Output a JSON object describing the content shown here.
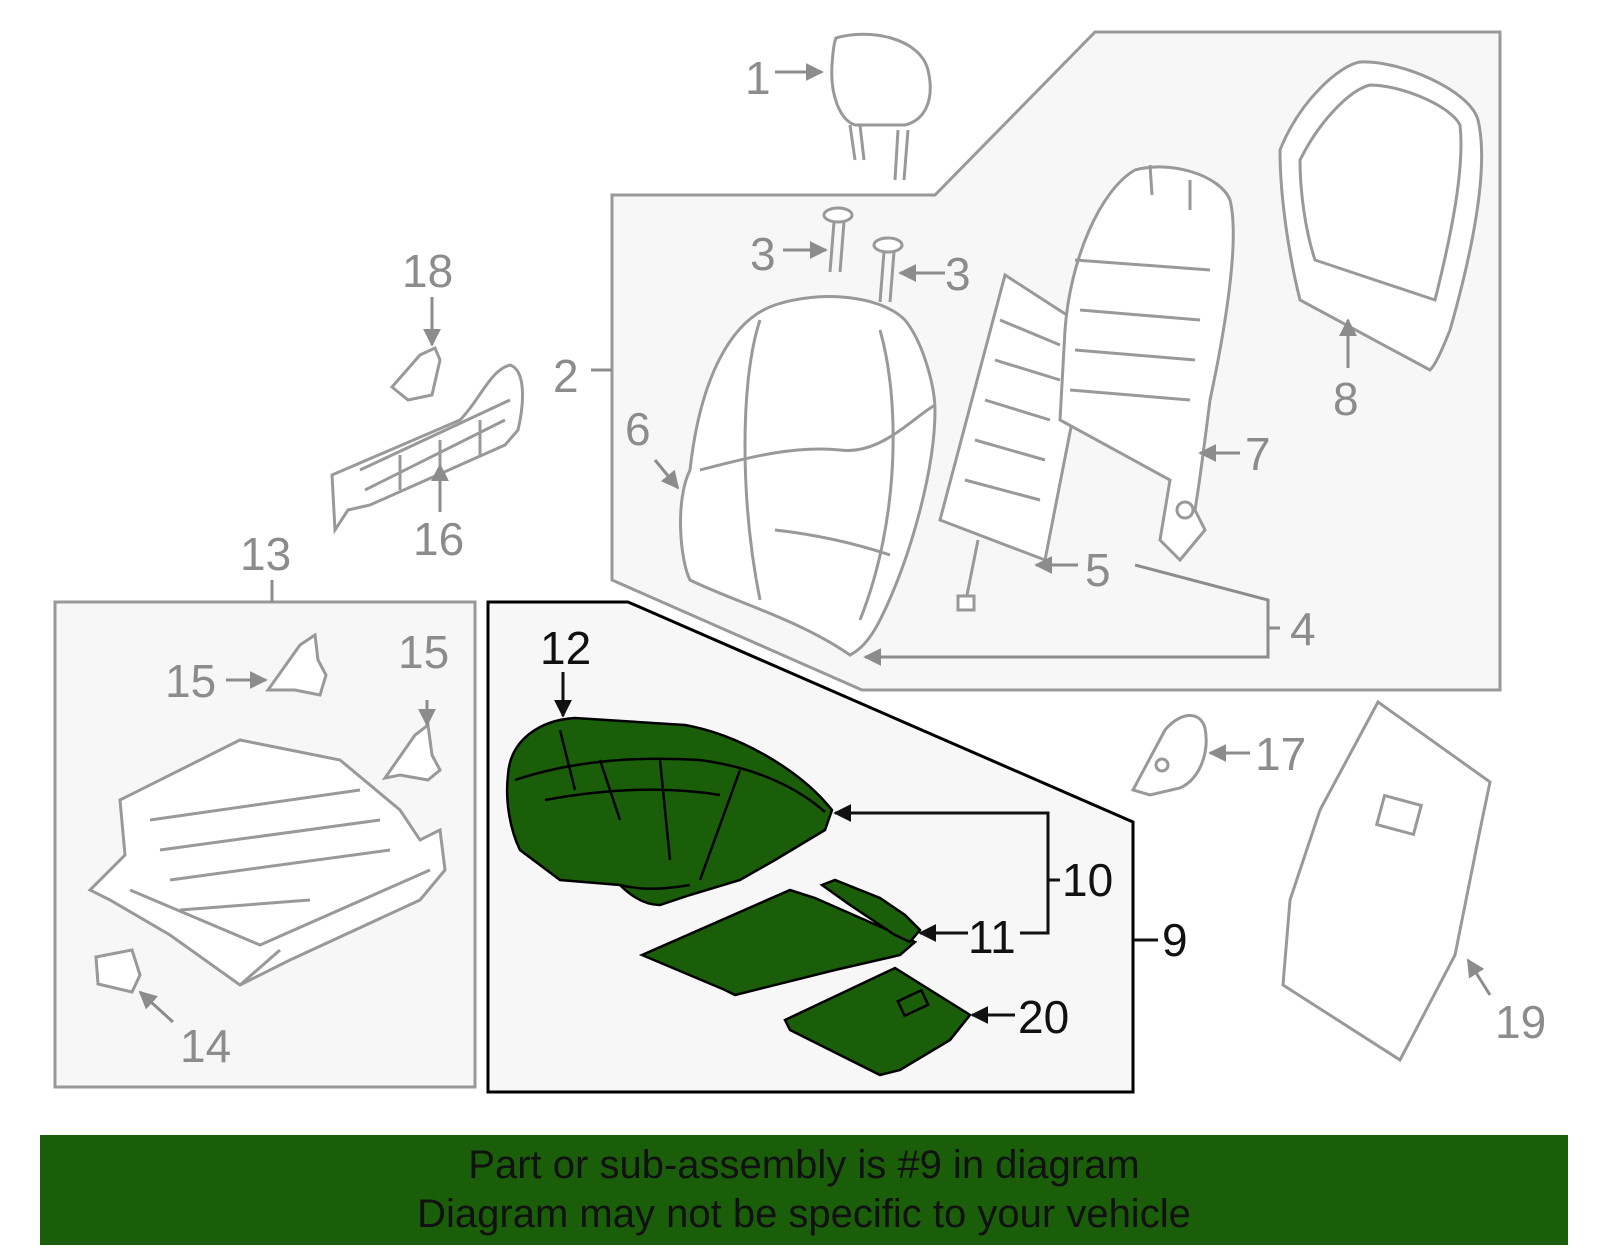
{
  "diagram": {
    "callouts": {
      "c1": "1",
      "c2": "2",
      "c3a": "3",
      "c3b": "3",
      "c4": "4",
      "c5": "5",
      "c6": "6",
      "c7": "7",
      "c8": "8",
      "c9": "9",
      "c10": "10",
      "c11": "11",
      "c12": "12",
      "c13": "13",
      "c14": "14",
      "c15a": "15",
      "c15b": "15",
      "c16": "16",
      "c17": "17",
      "c18": "18",
      "c19": "19",
      "c20": "20"
    },
    "colors": {
      "highlight_fill": "#1b5e0a",
      "part_stroke": "#999999",
      "box_fill": "#f7f7f7",
      "active_outline": "#000000"
    }
  },
  "banner": {
    "line1": "Part or sub-assembly is #9 in diagram",
    "line2": "Diagram may not be specific to your vehicle"
  }
}
